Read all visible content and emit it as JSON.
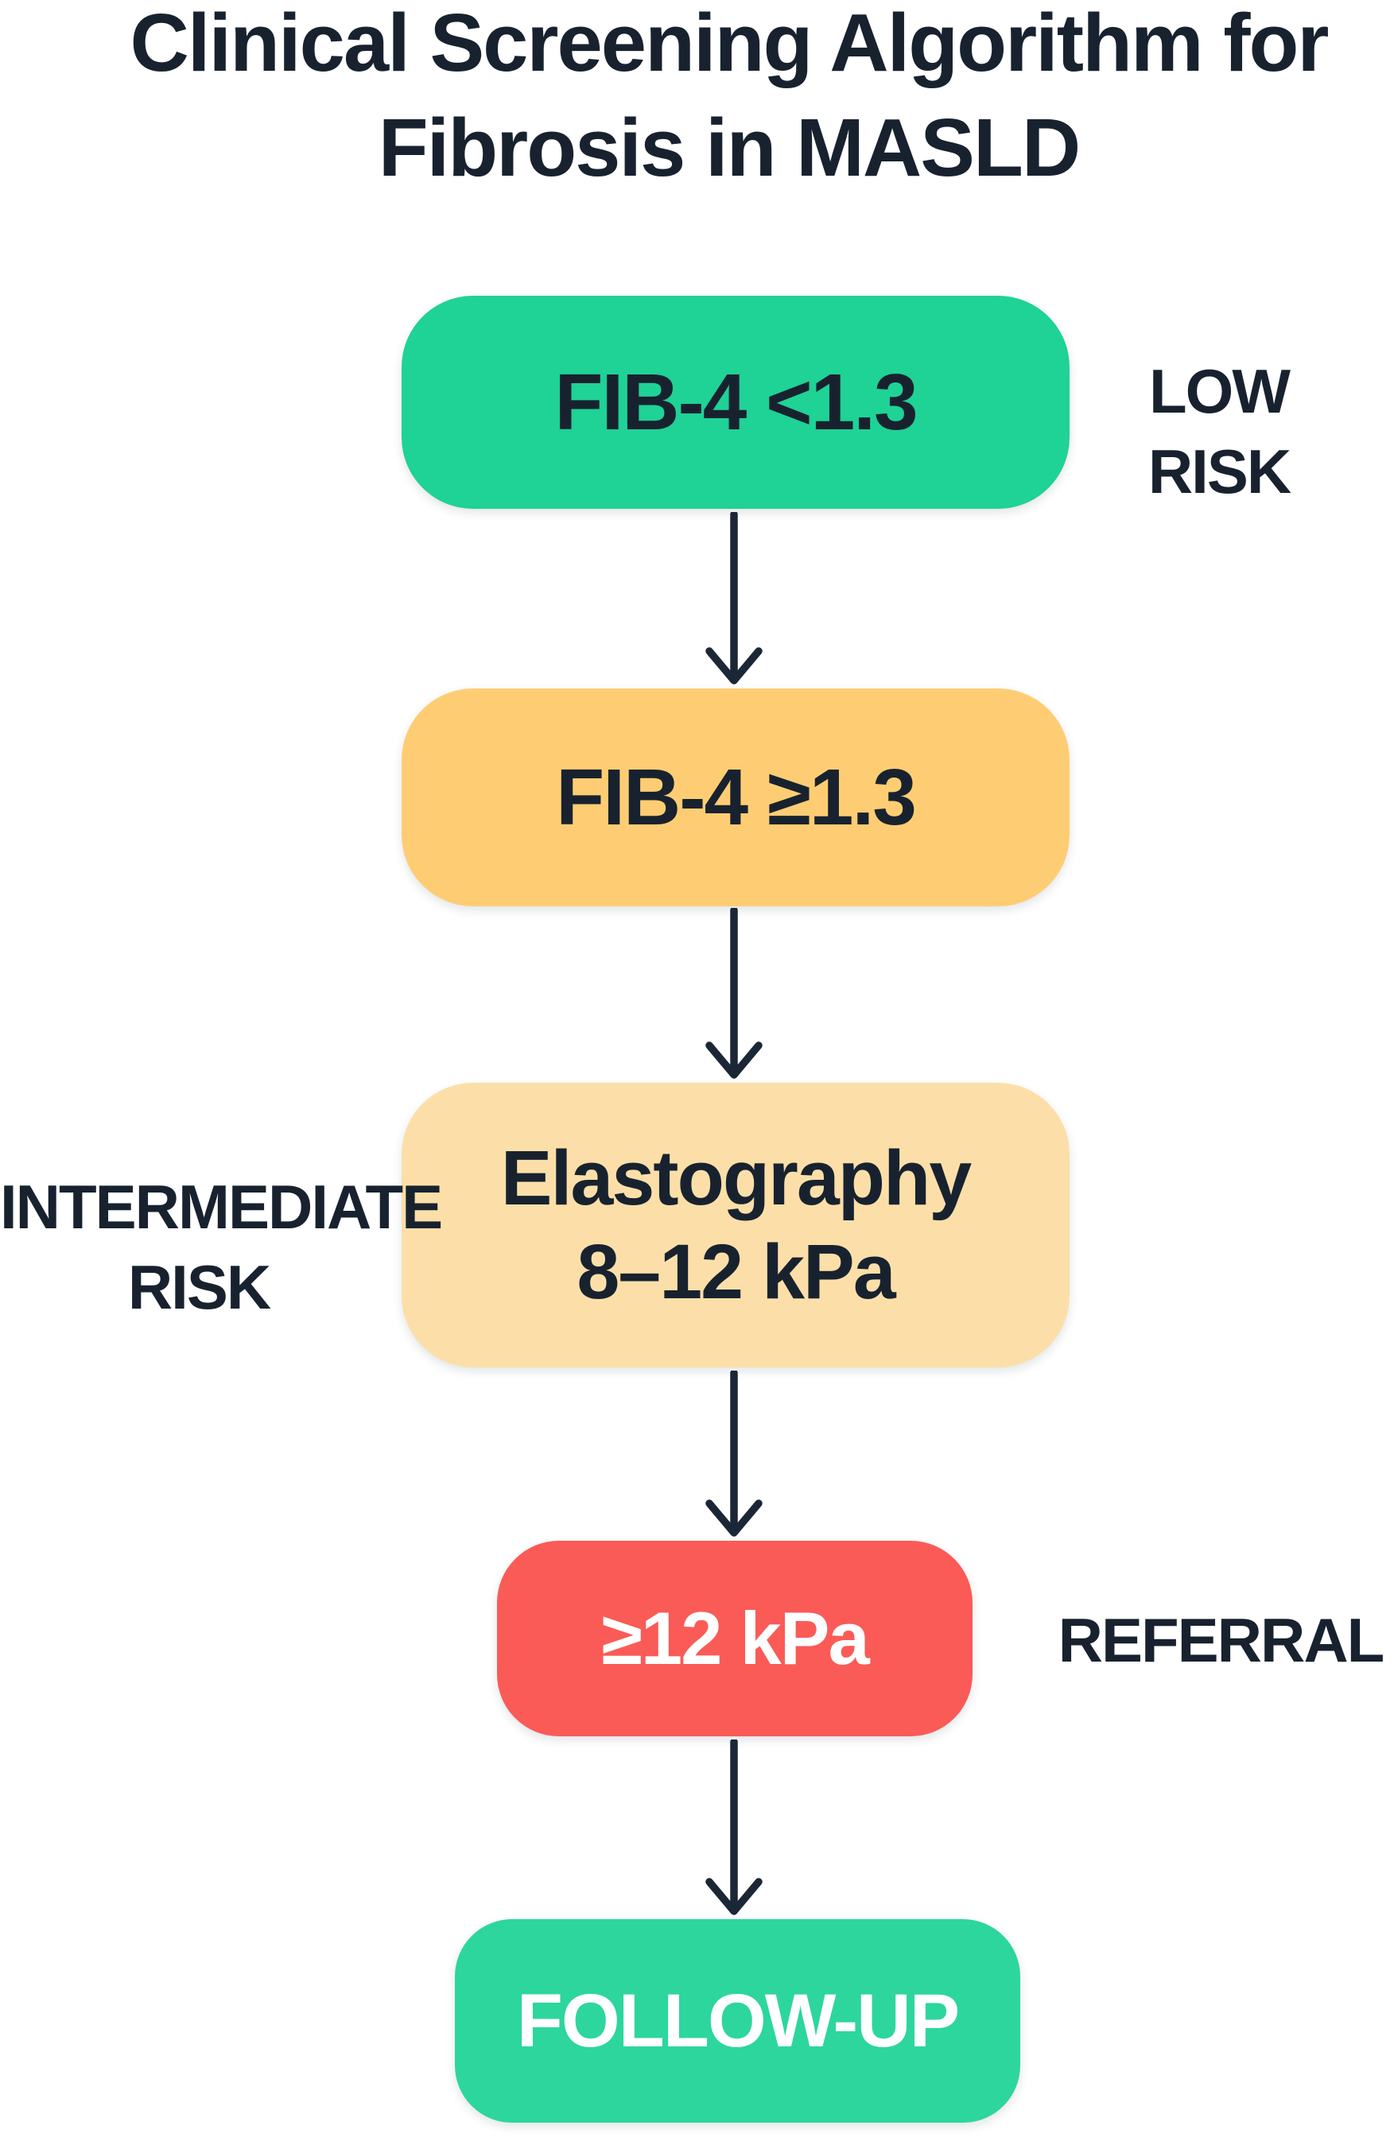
{
  "title": {
    "line1": "Clinical Screening Algorithm for",
    "line2": "Fibrosis in MASLD"
  },
  "flowchart": {
    "nodes": [
      {
        "id": "fib4-low",
        "label": "FIB-4 <1.3",
        "fill": "#1fd295",
        "text_color": "#18222f"
      },
      {
        "id": "fib4-high",
        "label": "FIB-4 ≥1.3",
        "fill": "#fecd73",
        "text_color": "#18222f"
      },
      {
        "id": "elastography",
        "label": "Elastography",
        "sublabel": "8–12 kPa",
        "fill": "#fcdfa8",
        "text_color": "#18222f"
      },
      {
        "id": "kpa-high",
        "label": "≥12 kPa",
        "fill": "#fa5b57",
        "text_color": "#ffffff"
      },
      {
        "id": "follow-up",
        "label": "FOLLOW-UP",
        "fill": "#2dd69c",
        "text_color": "#ffffff"
      }
    ]
  },
  "side_labels": {
    "low_risk": {
      "line1": "LOW",
      "line2": "RISK"
    },
    "intermediate_risk": {
      "line1": "INTERMEDIATE",
      "line2": "RISK"
    },
    "referral": {
      "text": "REFERRAL"
    }
  },
  "colors": {
    "background": "#ffffff",
    "title_text": "#18222f",
    "arrow": "#1b2736"
  }
}
